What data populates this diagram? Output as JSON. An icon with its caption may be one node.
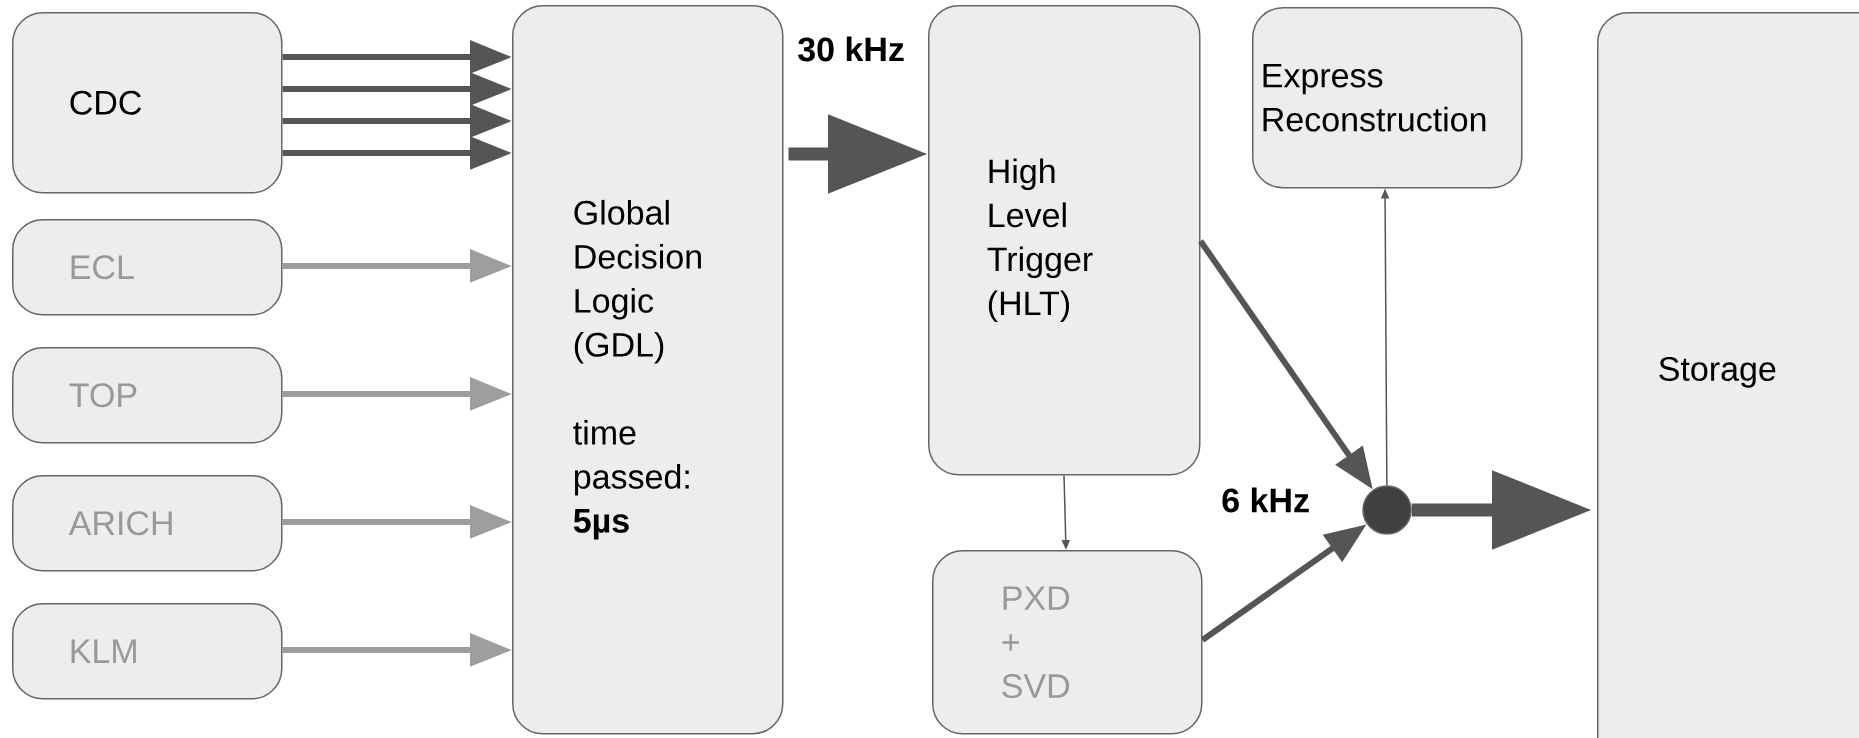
{
  "diagram": {
    "nodes": [
      {
        "text": [
          "CDC"
        ]
      },
      {
        "text": [
          "ECL"
        ]
      },
      {
        "text": [
          "TOP"
        ]
      },
      {
        "text": [
          "ARICH"
        ]
      },
      {
        "text": [
          "KLM"
        ]
      },
      {
        "text": [
          "Global Decision Logic (GDL)",
          "time passed: **5µs**"
        ]
      },
      {
        "text": [
          "High Level Trigger (HLT)"
        ]
      },
      {
        "text": [
          "Express Reconstruction"
        ]
      },
      {
        "text": [
          "PXD + SVD"
        ]
      },
      {
        "text": [
          "Storage"
        ]
      },
      {
        "text": [],
        "shape": "circle"
      }
    ],
    "edges": [
      {
        "from": 0,
        "to": 5,
        "arrow": "to"
      },
      {
        "from": 0,
        "to": 5,
        "arrow": "to"
      },
      {
        "from": 0,
        "to": 5,
        "arrow": "to"
      },
      {
        "from": 0,
        "to": 5,
        "arrow": "to"
      },
      {
        "from": 1,
        "to": 5,
        "arrow": "to",
        "color": "#9e9e9e"
      },
      {
        "from": 2,
        "to": 5,
        "arrow": "to",
        "color": "#9e9e9e"
      },
      {
        "from": 3,
        "to": 5,
        "arrow": "to",
        "color": "#9e9e9e"
      },
      {
        "from": 4,
        "to": 5,
        "arrow": "to",
        "color": "#9e9e9e"
      },
      {
        "from": 5,
        "to": 6,
        "arrow": "to",
        "style": "thick"
      },
      {
        "from": 6,
        "to": 10,
        "arrow": "to"
      },
      {
        "from": 8,
        "to": 10,
        "arrow": "to"
      },
      {
        "from": 10,
        "to": 9,
        "arrow": "to",
        "style": "thick"
      },
      {
        "from": 10,
        "to": 7,
        "arrow": "to"
      },
      {
        "from": 6,
        "to": 8,
        "arrow": "to"
      }
    ],
    "labels": [
      "30 kHz",
      "6 kHz"
    ]
  }
}
